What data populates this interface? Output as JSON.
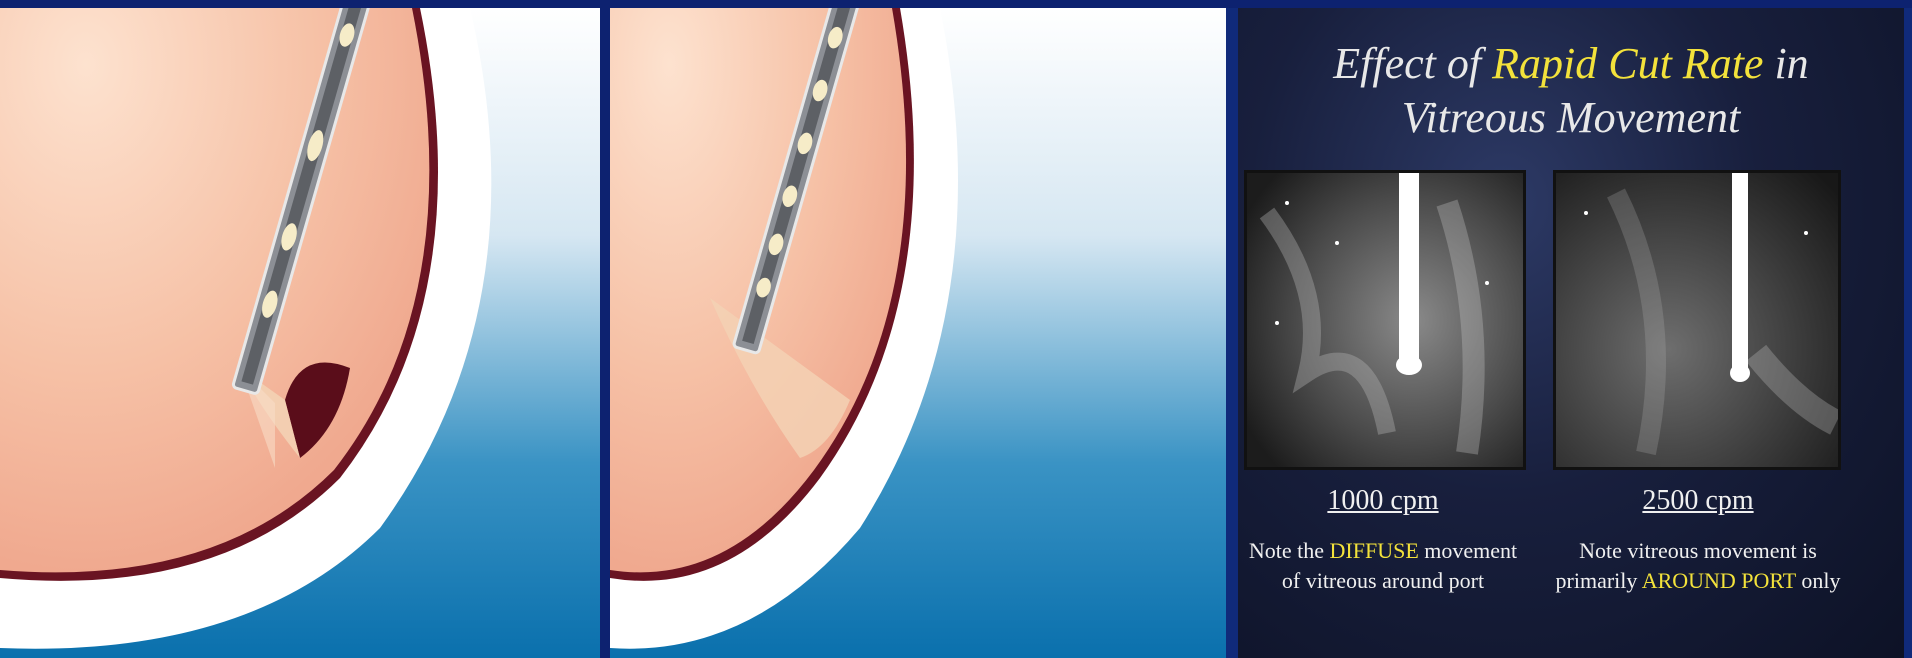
{
  "slide": {
    "title_line1_pre": "Effect of ",
    "title_line1_highlight": "Rapid Cut Rate",
    "title_line1_post": " in",
    "title_line2": "Vitreous Movement",
    "left": {
      "rate": "1000 cpm",
      "note_pre": "Note the ",
      "note_highlight": "DIFFUSE",
      "note_post": " movement",
      "note_line2": "of vitreous around port"
    },
    "right": {
      "rate": "2500 cpm",
      "note_line1": "Note vitreous movement is",
      "note_pre": "primarily ",
      "note_highlight": "AROUND PORT",
      "note_post": " only"
    }
  },
  "colors": {
    "highlight": "#f3e23b",
    "background_blue": "#0b1f6b",
    "tissue": "#f6c2a8",
    "retina_edge": "#6a1422"
  }
}
